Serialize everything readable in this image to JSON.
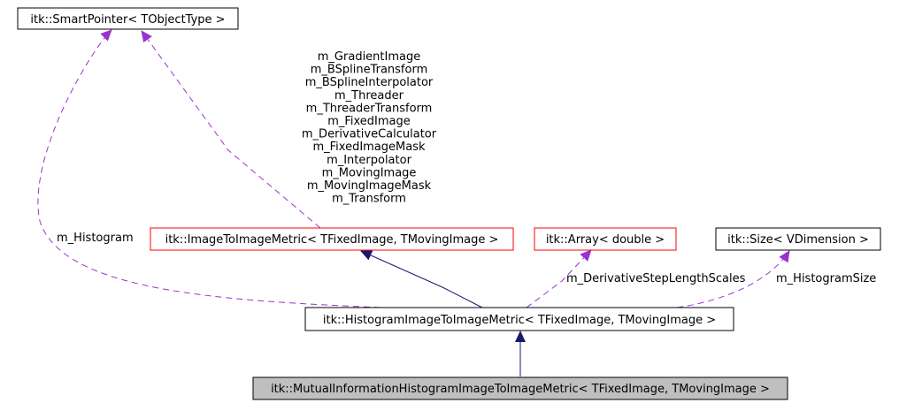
{
  "nodes": {
    "smartpointer": "itk::SmartPointer< TObjectType >",
    "image_to_image_metric": "itk::ImageToImageMetric< TFixedImage, TMovingImage >",
    "array_double": "itk::Array< double >",
    "size_vdimension": "itk::Size< VDimension >",
    "histogram_metric": "itk::HistogramImageToImageMetric< TFixedImage, TMovingImage >",
    "mutual_info_metric": "itk::MutualInformationHistogramImageToImageMetric< TFixedImage, TMovingImage >"
  },
  "edges": {
    "m_histogram": "m_Histogram",
    "smartpointer_members": [
      "m_GradientImage",
      "m_BSplineTransform",
      "m_BSplineInterpolator",
      "m_Threader",
      "m_ThreaderTransform",
      "m_FixedImage",
      "m_DerivativeCalculator",
      "m_FixedImageMask",
      "m_Interpolator",
      "m_MovingImage",
      "m_MovingImageMask",
      "m_Transform"
    ],
    "derivative_step": "m_DerivativeStepLengthScales",
    "histogram_size": "m_HistogramSize"
  },
  "colors": {
    "inheritance": "#191970",
    "usage": "#9a32cd",
    "template_border": "#ff0000",
    "plain_border": "#000000",
    "highlight_fill": "#bfbfbf"
  }
}
